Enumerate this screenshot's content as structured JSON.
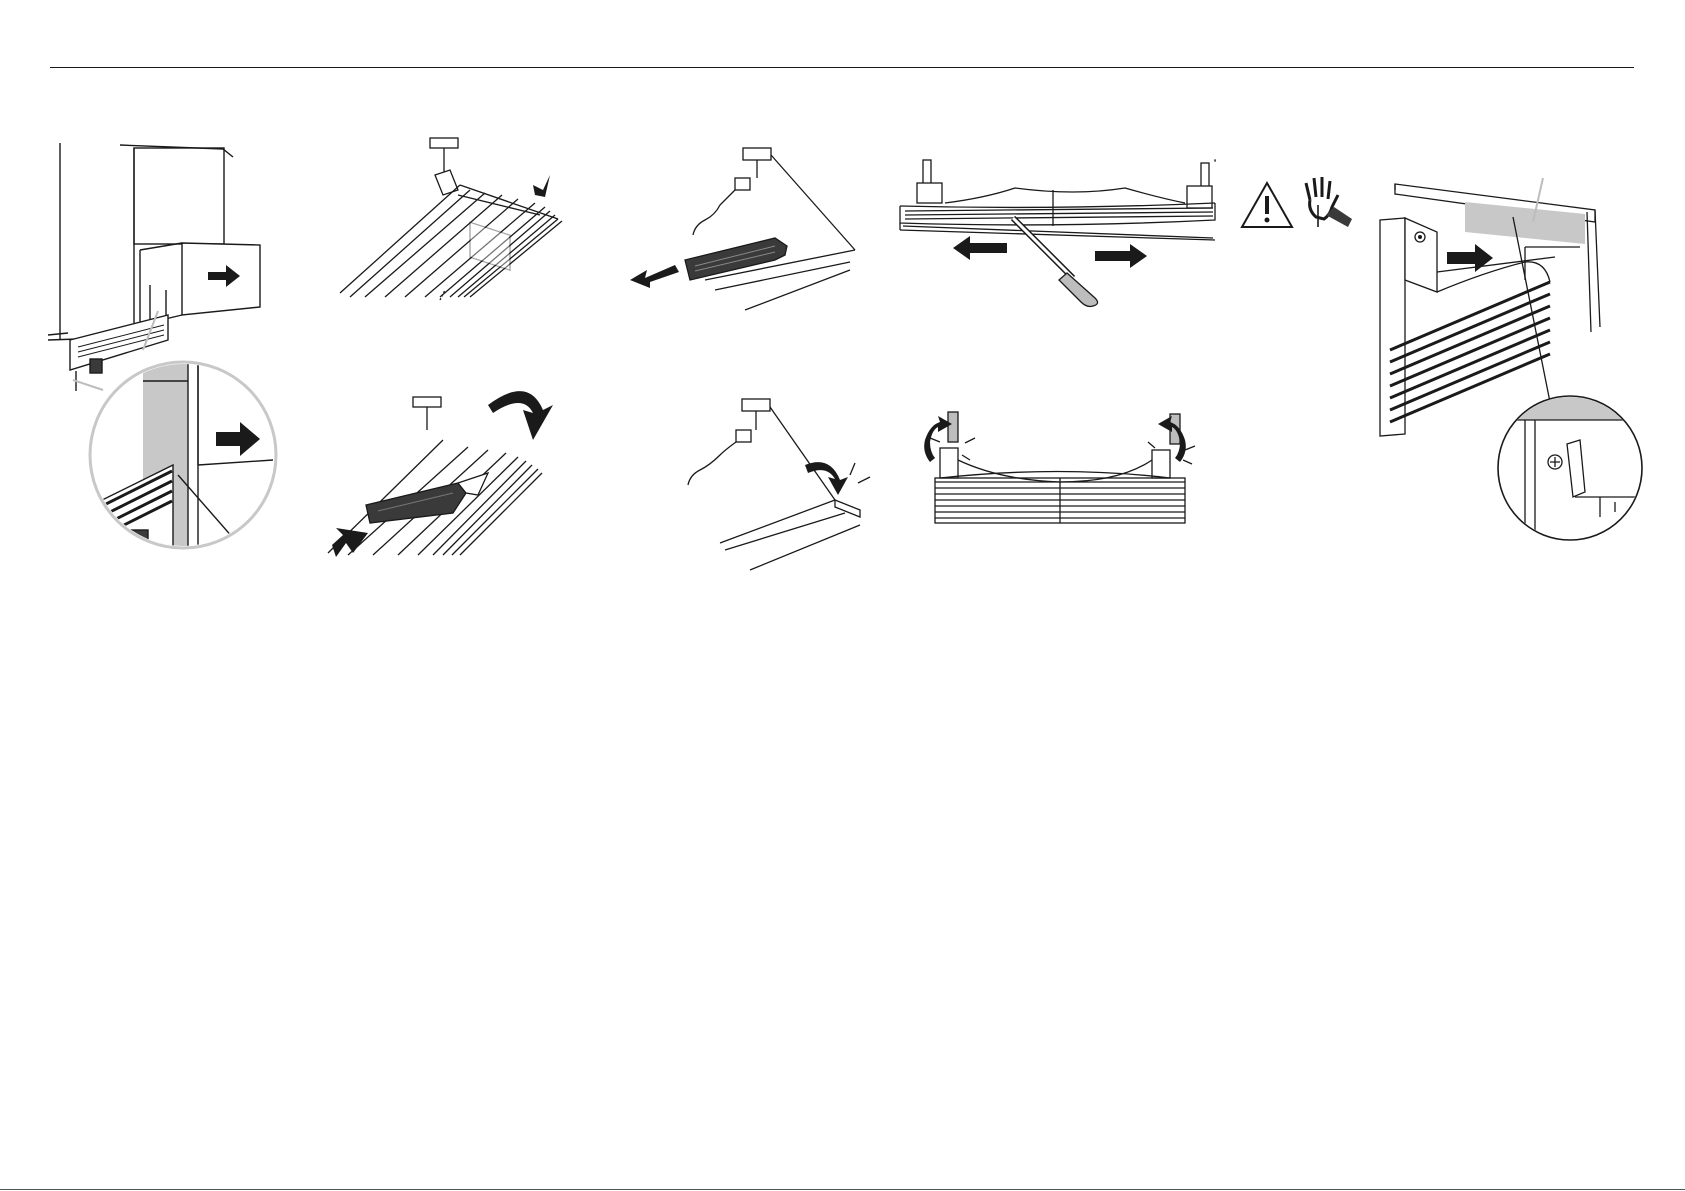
{
  "document": {
    "type": "installation-illustrations",
    "steps": [
      {
        "id": "step-1",
        "depicts": "drawer-open-toekick-zoom"
      },
      {
        "id": "step-2a",
        "depicts": "toekick-corner-detail"
      },
      {
        "id": "step-2b",
        "depicts": "cut-toekick-with-knife"
      },
      {
        "id": "step-3a",
        "depicts": "slide-foam-strip-off"
      },
      {
        "id": "step-3b",
        "depicts": "clip-strip-edge"
      },
      {
        "id": "step-4a",
        "depicts": "pry-toekick-apart-screwdriver"
      },
      {
        "id": "step-4b",
        "depicts": "snap-end-posts"
      },
      {
        "id": "step-5",
        "depicts": "caution-fit-toekick-to-cabinet"
      }
    ],
    "icons": [
      "warning-triangle-icon",
      "hand-caution-icon",
      "arrow-icon"
    ],
    "colors": {
      "ink": "#1a1a1a",
      "dark-fill": "#3a3a3a",
      "light-grey": "#bdbdbd",
      "panel-grey": "#c8c8c8"
    }
  }
}
